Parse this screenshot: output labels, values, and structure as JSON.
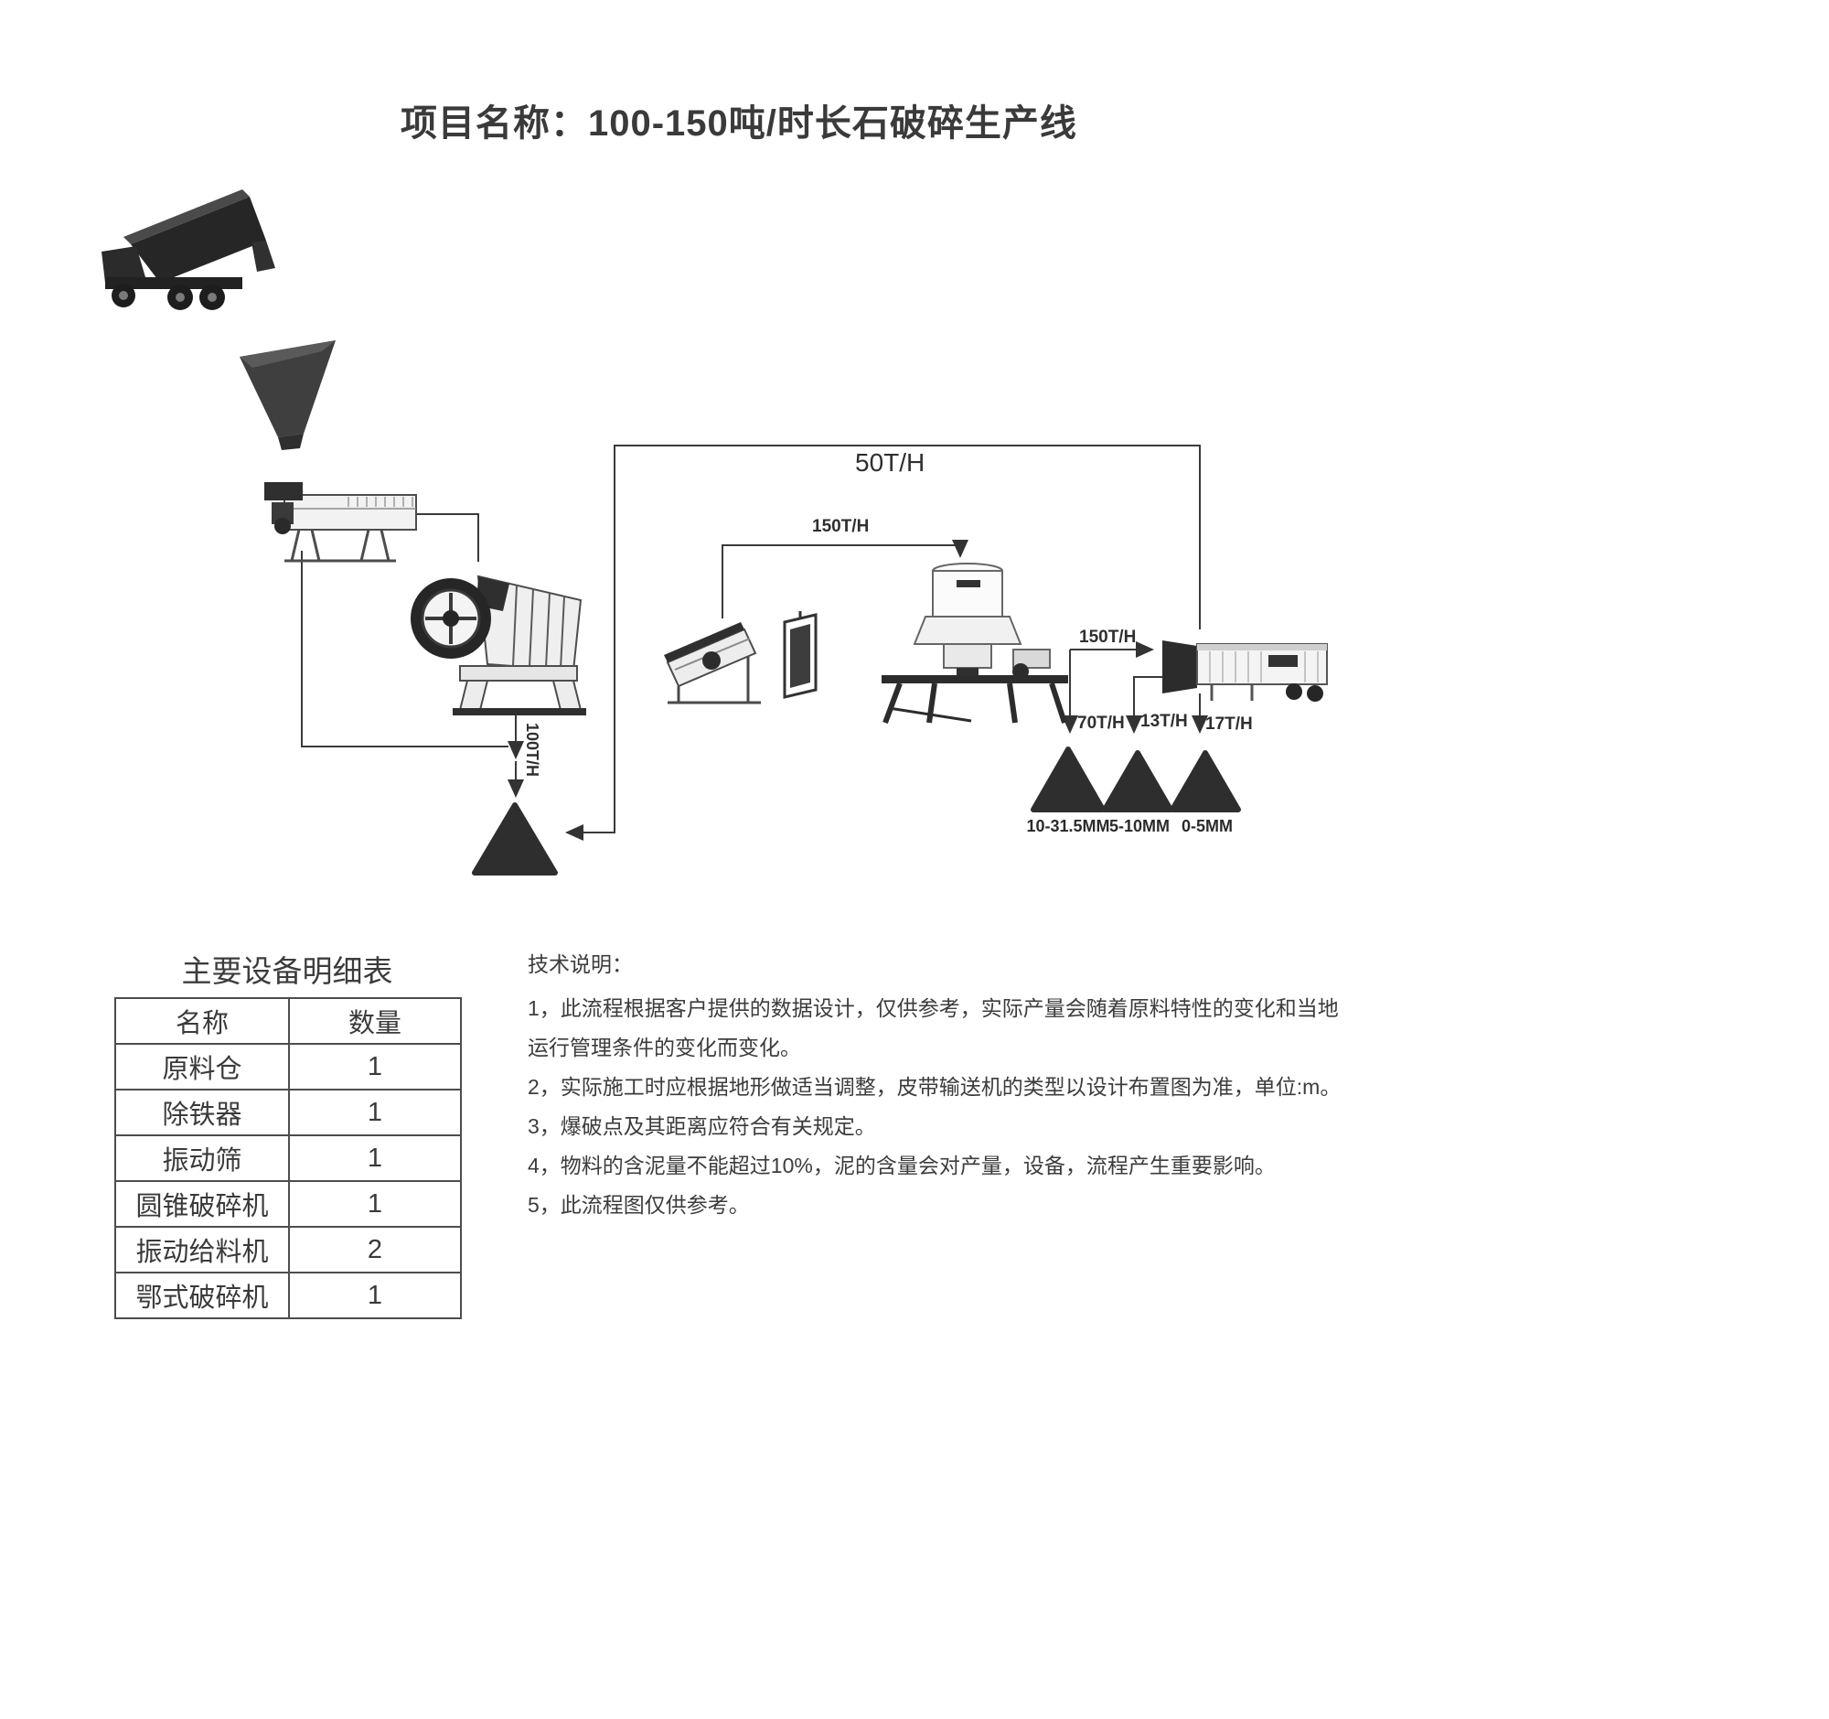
{
  "page": {
    "title": "项目名称：100-150吨/时长石破碎生产线"
  },
  "colors": {
    "ink": "#333333",
    "machine_dark": "#2b2b2b",
    "machine_light": "#f2f2f2",
    "background": "#ffffff"
  },
  "flow": {
    "rate_labels": {
      "screen_oversize_return": "50T/H",
      "feed_to_cone_crusher": "150T/H",
      "cone_to_screen": "150T/H",
      "jaw_discharge": "100T/H",
      "product_coarse": "70T/H",
      "product_medium": "13T/H",
      "product_fine": "17T/H"
    },
    "product_piles": [
      {
        "size_range": "10-31.5MM"
      },
      {
        "size_range": "5-10MM"
      },
      {
        "size_range": "0-5MM"
      }
    ]
  },
  "equipment_table": {
    "title": "主要设备明细表",
    "headers": {
      "name": "名称",
      "qty": "数量"
    },
    "rows": [
      {
        "name": "原料仓",
        "qty": "1"
      },
      {
        "name": "除铁器",
        "qty": "1"
      },
      {
        "name": "振动筛",
        "qty": "1"
      },
      {
        "name": "圆锥破碎机",
        "qty": "1"
      },
      {
        "name": "振动给料机",
        "qty": "2"
      },
      {
        "name": "鄂式破碎机",
        "qty": "1"
      }
    ]
  },
  "tech_notes": {
    "title": "技术说明：",
    "items": [
      "1，此流程根据客户提供的数据设计，仅供参考，实际产量会随着原料特性的变化和当地运行管理条件的变化而变化。",
      "2，实际施工时应根据地形做适当调整，皮带输送机的类型以设计布置图为准，单位:m。",
      "3，爆破点及其距离应符合有关规定。",
      "4，物料的含泥量不能超过10%，泥的含量会对产量，设备，流程产生重要影响。",
      "5，此流程图仅供参考。"
    ]
  }
}
